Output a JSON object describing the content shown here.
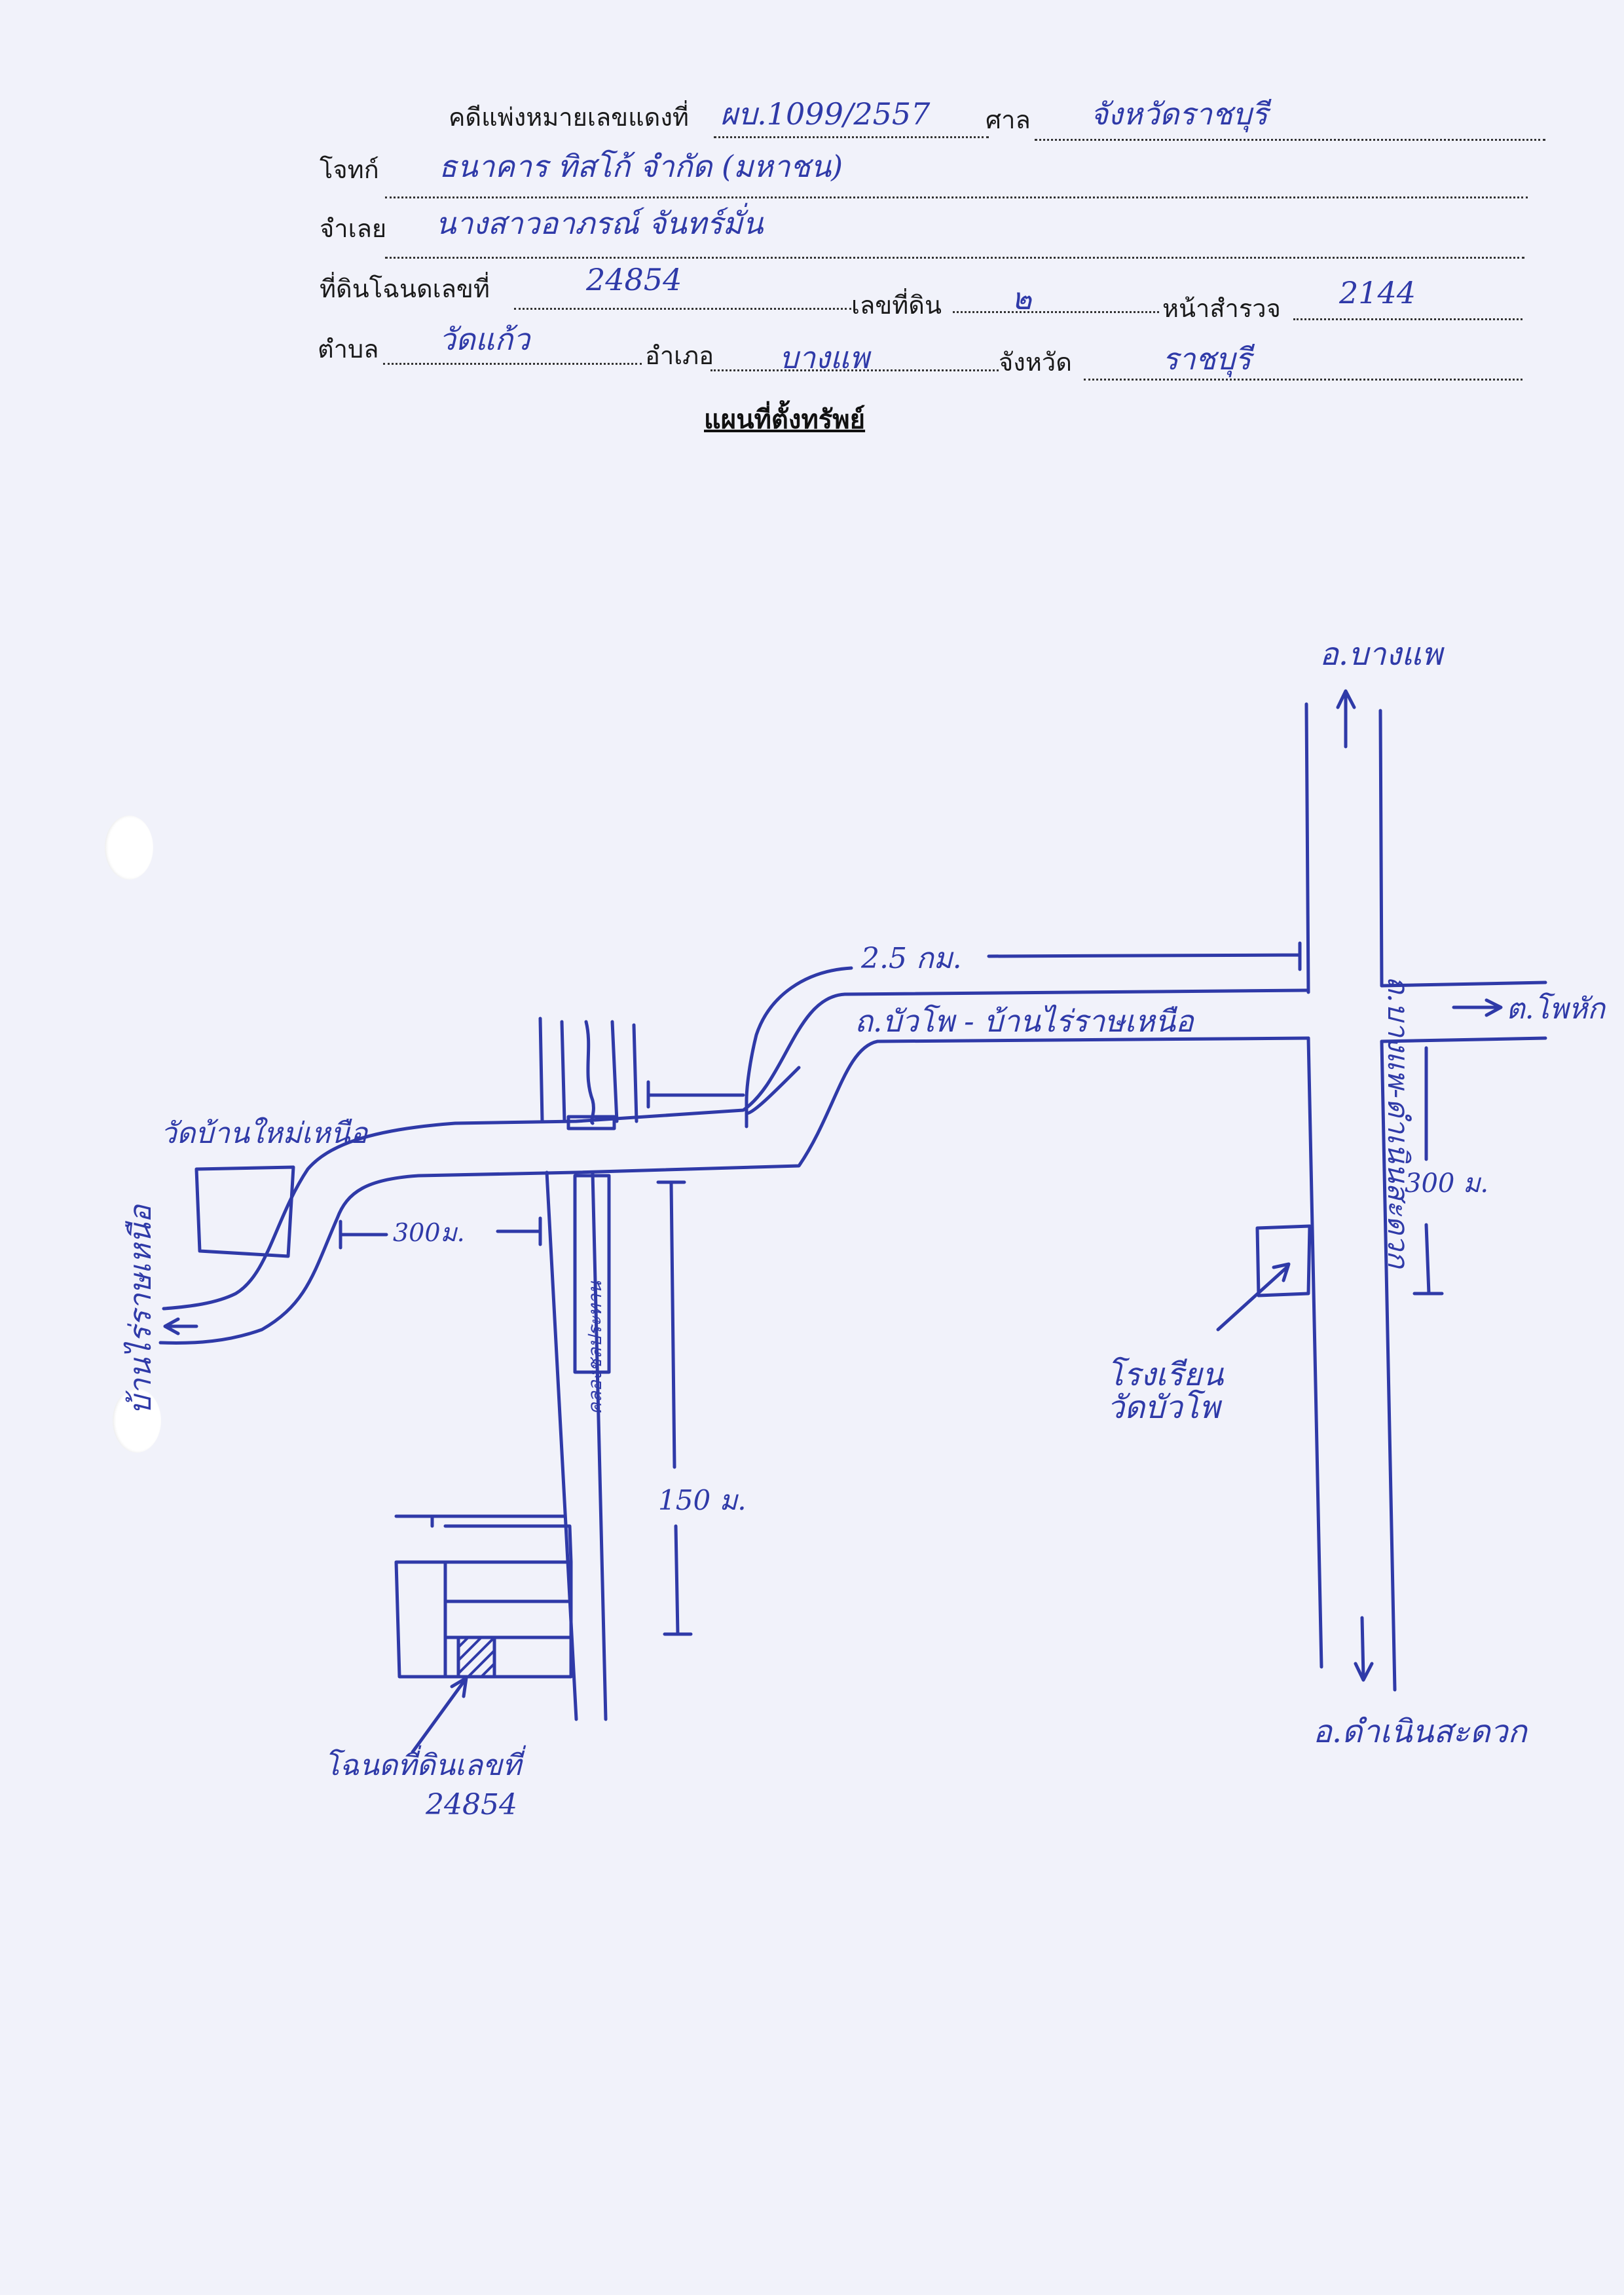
{
  "header": {
    "case_label": "คดีแพ่งหมายเลขแดงที่",
    "case_value": "ผบ.1099/2557",
    "court_label": "ศาล",
    "court_value": "จังหวัดราชบุรี",
    "plaintiff_label": "โจทก์",
    "plaintiff_value": "ธนาคาร ทิสโก้ จำกัด (มหาชน)",
    "defendant_label": "จำเลย",
    "defendant_value": "นางสาวอาภรณ์ จันทร์มั่น",
    "deed_label": "ที่ดินโฉนดเลขที่",
    "deed_value": "24854",
    "land_no_label": "เลขที่ดิน",
    "land_no_value": "๒",
    "survey_label": "หน้าสำรวจ",
    "survey_value": "2144",
    "subdistrict_label": "ตำบล",
    "subdistrict_value": "วัดแก้ว",
    "district_label": "อำเภอ",
    "district_value": "บางแพ",
    "province_label": "จังหวัด",
    "province_value": "ราชบุรี"
  },
  "map": {
    "title": "แผนที่ตั้งทรัพย์",
    "north_dest": "อ.บางแพ",
    "south_dest": "อ.ดำเนินสะดวก",
    "east_dest": "ต.โพหัก",
    "west_dest": "บ้านไร่ราษเหนือ",
    "main_road": "ถ.บางแพ-ดำเนินสะดวก",
    "cross_road": "ถ.บัวโพ - บ้านไร่ราษเหนือ",
    "canal": "คลองชลประทาน",
    "dist_to_junction": "2.5 กม.",
    "dist_300_west": "300ม.",
    "dist_300_east": "300 ม.",
    "dist_150": "150 ม.",
    "temple": "วัดบ้านใหม่เหนือ",
    "school_line1": "โรงเรียน",
    "school_line2": "วัดบัวโพ",
    "plot_label": "โฉนดที่ดินเลขที่",
    "plot_number": "24854"
  },
  "colors": {
    "ink": "#2f3aa8",
    "pencil": "#333333",
    "paper": "#f1f2fa"
  }
}
